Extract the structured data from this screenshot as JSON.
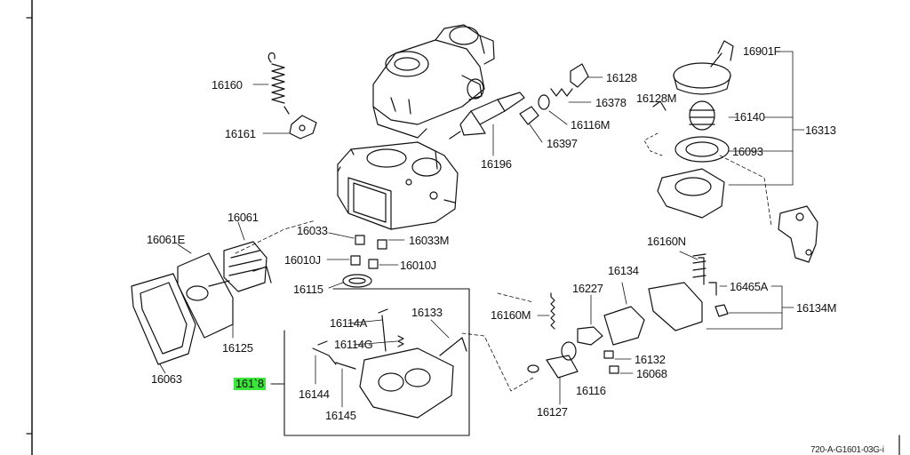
{
  "labels": {
    "p16160": "16160",
    "p16161": "16161",
    "p16128": "16128",
    "p16378": "16378",
    "p16128M": "16128M",
    "p16116M": "16116M",
    "p16397": "16397",
    "p16196": "16196",
    "p16901F": "16901F",
    "p16140": "16140",
    "p16093": "16093",
    "p16313": "16313",
    "p16061": "16061",
    "p16061E": "16061E",
    "p16033": "16033",
    "p16033M": "16033M",
    "p16010J_l": "16010J",
    "p16010J_r": "16010J",
    "p16115": "16115",
    "p16125": "16125",
    "p16063": "16063",
    "p16160N": "16160N",
    "p16134": "16134",
    "p16227": "16227",
    "p16465A": "16465A",
    "p16134M": "16134M",
    "p16160M": "16160M",
    "p16133": "16133",
    "p16114A": "16114A",
    "p16114G": "16114G",
    "p16118": "161`8",
    "p16144": "16144",
    "p16145": "16145",
    "p16132": "16132",
    "p16068": "16068",
    "p16116": "16116",
    "p16127": "16127"
  },
  "diagram_code": "720-A-G1601-03G-i",
  "highlight_color": "#39e639"
}
